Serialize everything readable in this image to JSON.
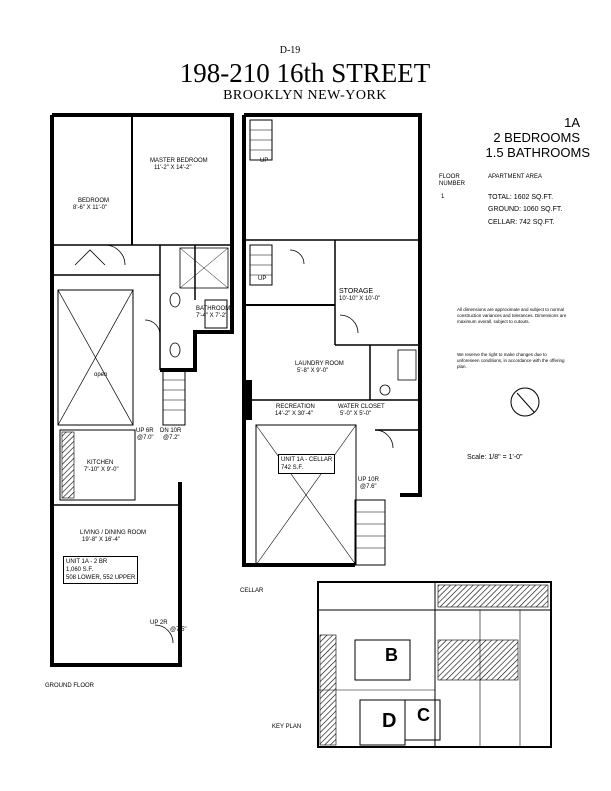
{
  "header": {
    "code": "D-19",
    "title": "198-210 16th STREET",
    "subtitle": "BROOKLYN  NEW-YORK"
  },
  "unit_info": {
    "unit": "1A",
    "bedrooms": "2 BEDROOMS",
    "bathrooms": "1.5 BATHROOMS",
    "floor_label_1": "FLOOR",
    "floor_label_2": "NUMBER",
    "floor_number": "1",
    "area_label": "APARTMENT AREA",
    "total": "TOTAL: 1602 SQ.FT.",
    "ground": "GROUND: 1060 SQ.FT.",
    "cellar": "CELLAR: 742 SQ.FT."
  },
  "notes": {
    "disclaimer": "All dimensions are approximate and subject to normal construction variances and tolerances. Dimensions are maximum overall, subject to cutouts.",
    "reserve": "We reserve the right to make changes due to unforeseen conditions, in accordance with the offering plan."
  },
  "scale": "Scale: 1/8\" = 1'-0\"",
  "ground_floor": {
    "label": "GROUND FLOOR",
    "rooms": {
      "master_name": "MASTER BEDROOM",
      "master_dim": "11'-2\" X 14'-2\"",
      "bedroom_name": "BEDROOM",
      "bedroom_dim": "8'-6\" X 11'-0\"",
      "bath_name": "BATHROOM",
      "bath_dim": "7'-4\" X 7'-2\"",
      "open": "open",
      "kitchen_name": "KITCHEN",
      "kitchen_dim": "7'-10\" X 9'-0\"",
      "living_name": "LIVING / DINING ROOM",
      "living_dim": "19'-8\" X 16'-4\""
    },
    "stairs": {
      "up_6r": "UP 6R",
      "up_6r_h": "@7.0\"",
      "dn_10r": "DN 10R",
      "dn_10r_h": "@7.2\"",
      "up_2r": "UP 2R",
      "up_2r_h": "@7.5\""
    },
    "unit_box": {
      "line1": "UNIT 1A - 2 BR",
      "line2": "1,060 S.F.",
      "line3": "508 LOWER, 552 UPPER"
    }
  },
  "cellar": {
    "label": "CELLAR",
    "up_top": "UP",
    "up_mid": "UP",
    "storage_name": "STORAGE",
    "storage_dim": "10'-10\" X 10'-0\"",
    "laundry_name": "LAUNDRY ROOM",
    "laundry_dim": "5'-8\" X 9'-0\"",
    "recreation_name": "RECREATION",
    "recreation_dim": "14'-2\" X 30'-4\"",
    "wc_name": "WATER CLOSET",
    "wc_dim": "5'-0\" X 5'-0\"",
    "unit_box1": "UNIT 1A - CELLAR",
    "unit_box2": "742 S.F.",
    "up_10r": "UP 10R",
    "up_10r_h": "@7.6\""
  },
  "key_plan": {
    "label": "KEY PLAN",
    "b": "B",
    "c": "C",
    "d": "D"
  }
}
